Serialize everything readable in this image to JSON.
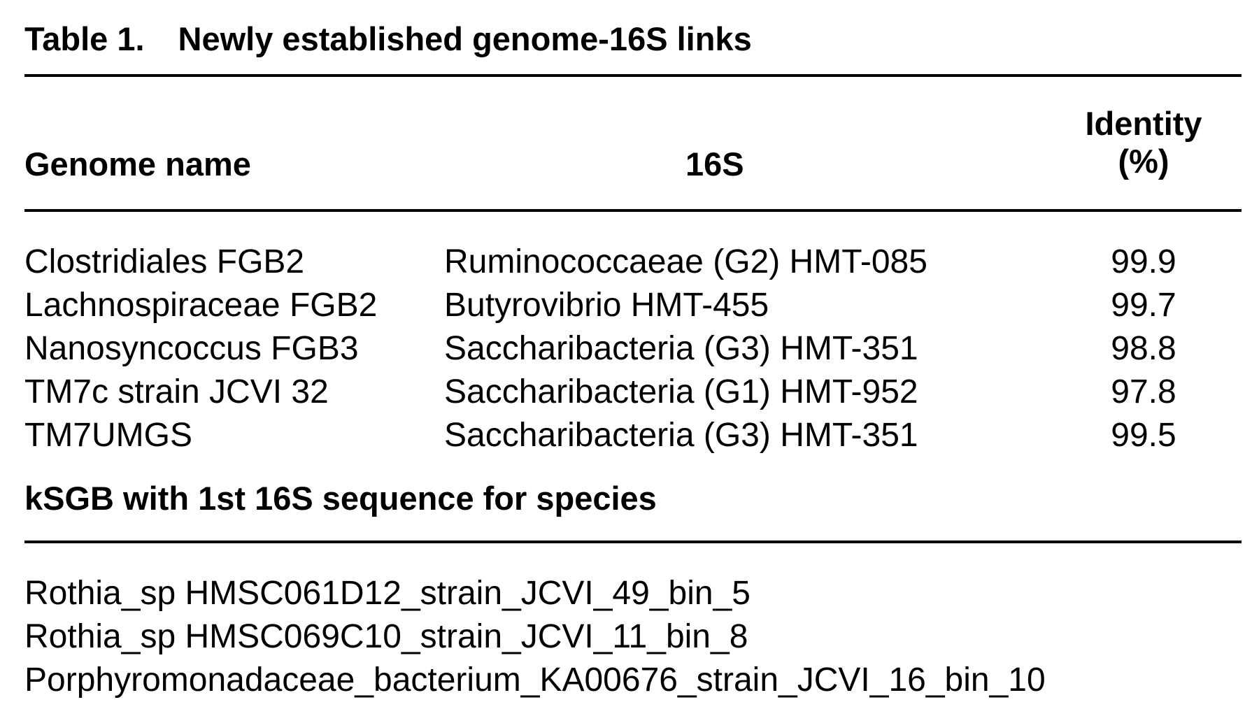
{
  "table": {
    "label": "Table 1.",
    "title": "Newly established genome-16S links",
    "columns": {
      "genome": "Genome name",
      "s16": "16S",
      "identity_line1": "Identity",
      "identity_line2": "(%)"
    },
    "rows": [
      {
        "genome": "Clostridiales FGB2",
        "s16": "Ruminococcaeae (G2) HMT-085",
        "identity": "99.9"
      },
      {
        "genome": "Lachnospiraceae FGB2",
        "s16": "Butyrovibrio HMT-455",
        "identity": "99.7"
      },
      {
        "genome": "Nanosyncoccus FGB3",
        "s16": "Saccharibacteria (G3) HMT-351",
        "identity": "98.8"
      },
      {
        "genome": "TM7c strain JCVI 32",
        "s16": "Saccharibacteria (G1) HMT-952",
        "identity": "97.8"
      },
      {
        "genome": "TM7UMGS",
        "s16": "Saccharibacteria (G3) HMT-351",
        "identity": "99.5"
      }
    ],
    "section_heading": "kSGB with 1st 16S sequence for species",
    "ksgb_items": [
      "Rothia_sp HMSC061D12_strain_JCVI_49_bin_5",
      "Rothia_sp HMSC069C10_strain_JCVI_11_bin_8",
      "Porphyromonadaceae_bacterium_KA00676_strain_JCVI_16_bin_10"
    ]
  }
}
